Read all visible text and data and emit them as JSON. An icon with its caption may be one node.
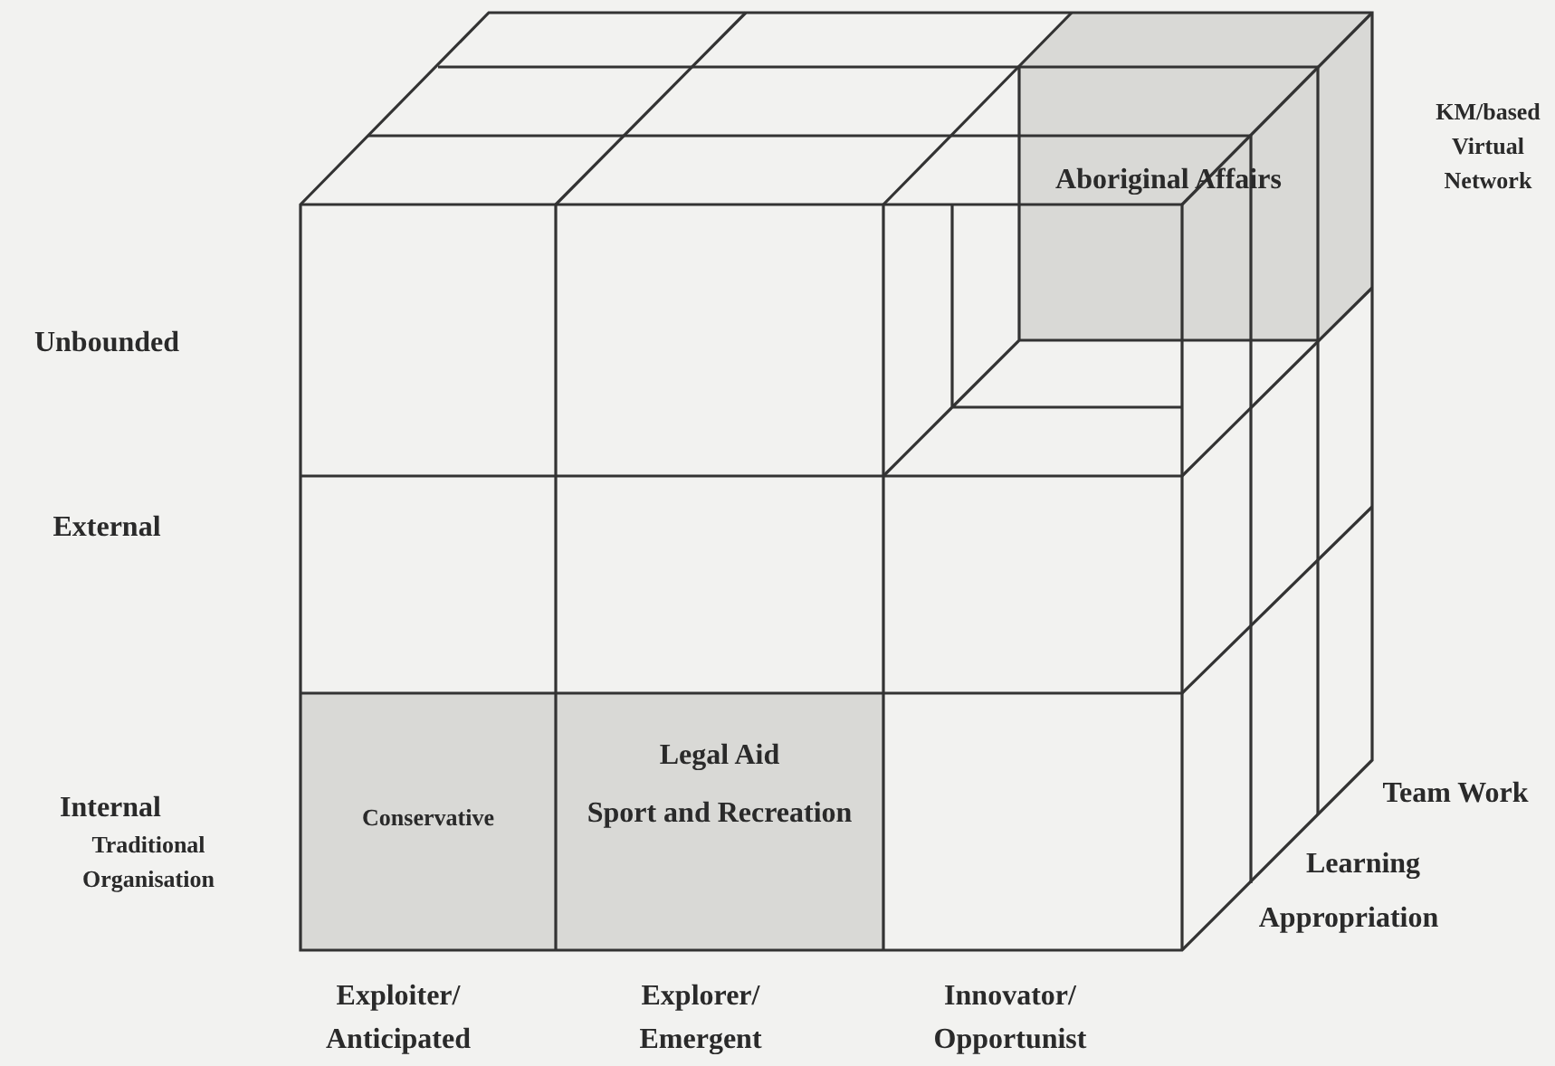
{
  "diagram": {
    "nodes": [
      {
        "text": [
          "Conservative"
        ]
      },
      {
        "text": [
          "Legal Aid",
          "Sport and Recreation"
        ]
      },
      {
        "text": [
          "Aboriginal Affairs"
        ]
      }
    ],
    "labels": [
      "KM/based Virtual Network",
      "Unbounded",
      "External",
      "Internal",
      "Traditional Organisation",
      "Team Work",
      "Learning",
      "Appropriation",
      "Exploiter/ Anticipated",
      "Explorer/ Emergent",
      "Innovator/ Opportunist"
    ]
  }
}
